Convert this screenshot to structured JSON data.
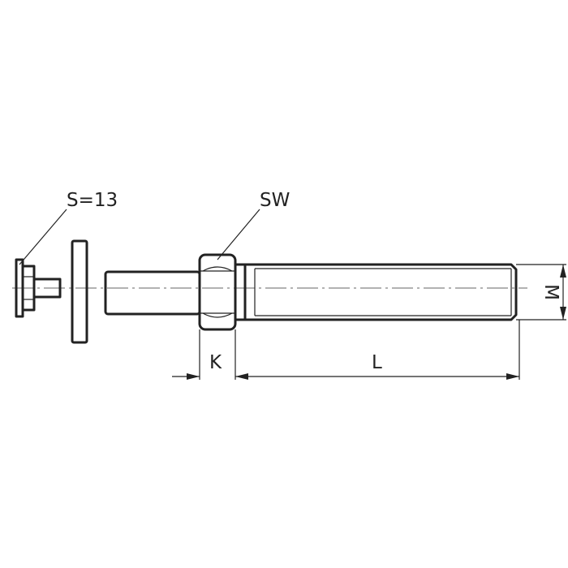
{
  "labels": {
    "washer_size": "S=13",
    "wrench_size": "SW",
    "dim_k": "K",
    "dim_l": "L",
    "dim_m": "M"
  }
}
